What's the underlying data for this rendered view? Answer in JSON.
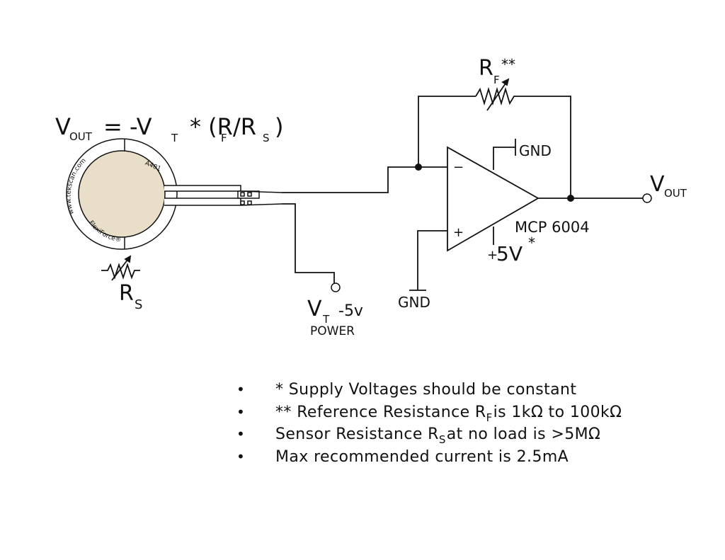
{
  "formula": {
    "lhs_main": "V",
    "lhs_sub": "OUT",
    "eq": "= -V",
    "vt_sub": "T",
    "mid": "* (R",
    "rf_sub": "F",
    "slash": "/R",
    "rs_sub": "S",
    "close": ")"
  },
  "sensor": {
    "brand_text": "www.tekscan.com",
    "model_text": "A401",
    "logo_text": "FlexiForce®",
    "label_main": "R",
    "label_sub": "S"
  },
  "supply": {
    "label_main": "V",
    "label_sub": "T",
    "label_value": "-5v",
    "power_label": "POWER"
  },
  "feedback": {
    "label_main": "R",
    "label_sub": "F",
    "label_sup": "**"
  },
  "opamp": {
    "part": "MCP 6004",
    "gnd_top": "GND",
    "gnd_bottom": "GND",
    "inv_sign": "−",
    "noninv_sign": "+",
    "supply_prefix": "+",
    "supply_value": "5V",
    "supply_sup": "*"
  },
  "output": {
    "label_main": "V",
    "label_sub": "OUT"
  },
  "notes": [
    {
      "bullet": "•",
      "before": "* Supply Voltages should be constant",
      "sub": "",
      "after": ""
    },
    {
      "bullet": "•",
      "before": "** Reference Resistance R",
      "sub": "F",
      "after": "is 1kΩ to 100kΩ"
    },
    {
      "bullet": "•",
      "before": "Sensor Resistance R",
      "sub": "S",
      "after": "at no load is >5MΩ"
    },
    {
      "bullet": "•",
      "before": "Max recommended current is 2.5mA",
      "sub": "",
      "after": ""
    }
  ],
  "colors": {
    "ink": "#111111",
    "sensor_fill": "#e9dfc8",
    "background": "#ffffff"
  },
  "icons": [
    "variable-resistor-icon",
    "op-amp-triangle-icon",
    "terminal-circle-icon",
    "junction-dot-icon",
    "ground-bar-icon"
  ]
}
